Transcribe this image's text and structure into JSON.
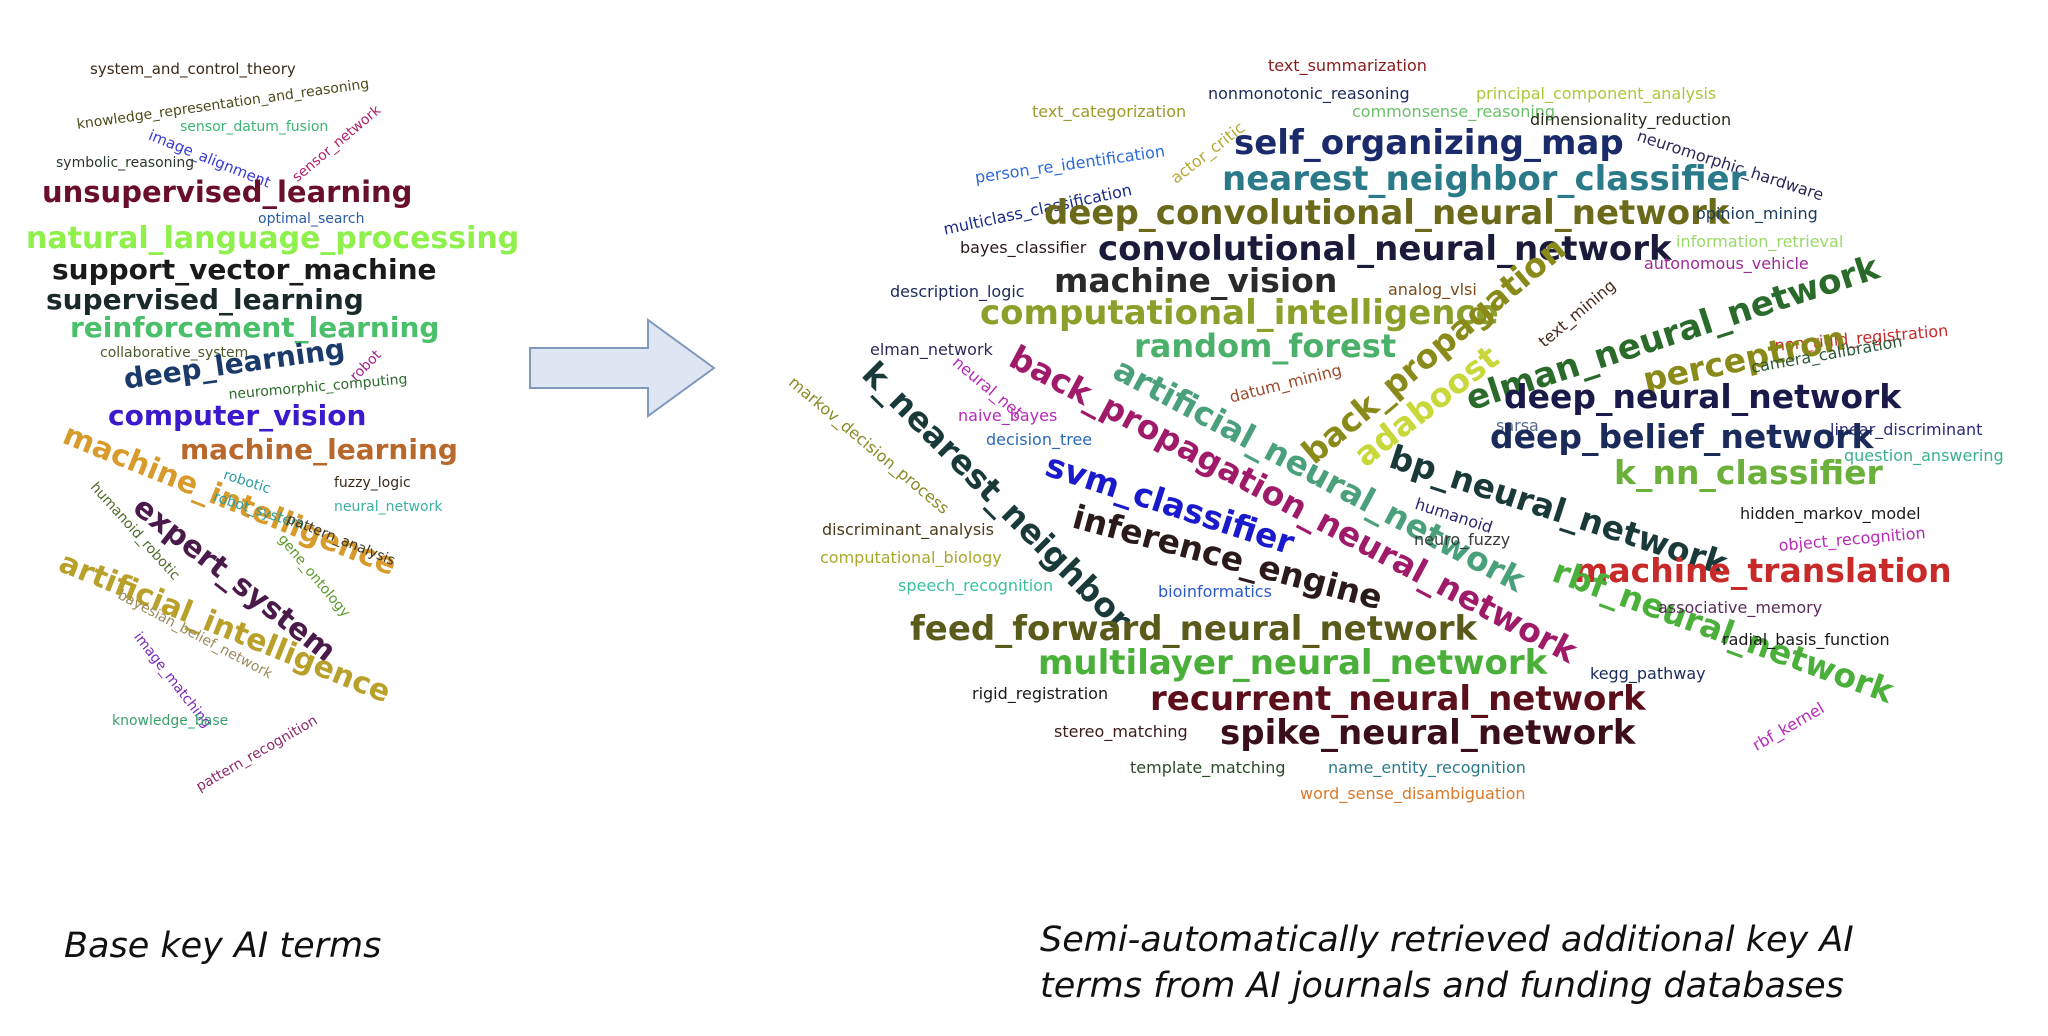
{
  "captions": {
    "left": "Base key AI terms",
    "right": "Semi-automatically retrieved additional key AI terms from AI journals and funding databases"
  },
  "left_cloud": [
    {
      "text": "system_and_control_theory",
      "color": "#3a2a1a"
    },
    {
      "text": "knowledge_representation_and_reasoning",
      "color": "#4a4a1a"
    },
    {
      "text": "sensor_datum_fusion",
      "color": "#3cb371"
    },
    {
      "text": "image_alignment",
      "color": "#3a3adc"
    },
    {
      "text": "sensor_network",
      "color": "#b0206a"
    },
    {
      "text": "symbolic_reasoning",
      "color": "#2a3a2a"
    },
    {
      "text": "unsupervised_learning",
      "color": "#6a0f2a"
    },
    {
      "text": "optimal_search",
      "color": "#2a5aa0"
    },
    {
      "text": "natural_language_processing",
      "color": "#8ef04a"
    },
    {
      "text": "support_vector_machine",
      "color": "#1a1a1a"
    },
    {
      "text": "supervised_learning",
      "color": "#1a2a2a"
    },
    {
      "text": "reinforcement_learning",
      "color": "#4ac06a"
    },
    {
      "text": "collaborative_system",
      "color": "#4a5a2a"
    },
    {
      "text": "robot",
      "color": "#a0208a"
    },
    {
      "text": "deep_learning",
      "color": "#1a3a6a"
    },
    {
      "text": "neuromorphic_computing",
      "color": "#2a6a2a"
    },
    {
      "text": "computer_vision",
      "color": "#3a1acc"
    },
    {
      "text": "machine_learning",
      "color": "#b8682a"
    },
    {
      "text": "machine_intelligence",
      "color": "#d89a2a"
    },
    {
      "text": "robotic",
      "color": "#2a9a9a"
    },
    {
      "text": "robot_system",
      "color": "#2a9a9a"
    },
    {
      "text": "fuzzy_logic",
      "color": "#3a2a1a"
    },
    {
      "text": "neural_network",
      "color": "#3ab0a0"
    },
    {
      "text": "humanoid_robotic",
      "color": "#4a6a2a"
    },
    {
      "text": "expert_system",
      "color": "#4a1a4a"
    },
    {
      "text": "pattern_analysis",
      "color": "#3a3a2a"
    },
    {
      "text": "gene_ontology",
      "color": "#5a9a2a"
    },
    {
      "text": "artificial_intelligence",
      "color": "#b8a02a"
    },
    {
      "text": "bayesian_belief_network",
      "color": "#9a8a5a"
    },
    {
      "text": "image_matching",
      "color": "#7a2ab8"
    },
    {
      "text": "knowledge_base",
      "color": "#3aa06a"
    },
    {
      "text": "pattern_recognition",
      "color": "#8a2a6a"
    }
  ],
  "right_cloud": [
    {
      "text": "text_summarization",
      "color": "#8a1a1a"
    },
    {
      "text": "nonmonotonic_reasoning",
      "color": "#1a2a5a"
    },
    {
      "text": "text_categorization",
      "color": "#9a9a2a"
    },
    {
      "text": "principal_component_analysis",
      "color": "#a8c83a"
    },
    {
      "text": "commonsense_reasoning",
      "color": "#6ac06a"
    },
    {
      "text": "dimensionality_reduction",
      "color": "#2a2a1a"
    },
    {
      "text": "person_re_identification",
      "color": "#2a6ad8"
    },
    {
      "text": "self_organizing_map",
      "color": "#1a2a6a"
    },
    {
      "text": "actor_critic",
      "color": "#b8a83a"
    },
    {
      "text": "neuromorphic_hardware",
      "color": "#2a2a5a"
    },
    {
      "text": "multiclass_classification",
      "color": "#1a2a8a"
    },
    {
      "text": "nearest_neighbor_classifier",
      "color": "#2a7a8a"
    },
    {
      "text": "deep_convolutional_neural_network",
      "color": "#6a6a1a"
    },
    {
      "text": "opinion_mining",
      "color": "#1a3a5a"
    },
    {
      "text": "bayes_classifier",
      "color": "#2a1a1a"
    },
    {
      "text": "convolutional_neural_network",
      "color": "#1a1a3a"
    },
    {
      "text": "information_retrieval",
      "color": "#9ad86a"
    },
    {
      "text": "description_logic",
      "color": "#1a2a5a"
    },
    {
      "text": "machine_vision",
      "color": "#2a2a2a"
    },
    {
      "text": "analog_vlsi",
      "color": "#7a4a1a"
    },
    {
      "text": "autonomous_vehicle",
      "color": "#a02a9a"
    },
    {
      "text": "text_mining",
      "color": "#4a2a1a"
    },
    {
      "text": "computational_intelligence",
      "color": "#8aa02a"
    },
    {
      "text": "non_rigid_registration",
      "color": "#c82a2a"
    },
    {
      "text": "elman_neural_network",
      "color": "#2a6a2a"
    },
    {
      "text": "elman_network",
      "color": "#2a2a5a"
    },
    {
      "text": "random_forest",
      "color": "#4ab06a"
    },
    {
      "text": "back_propagation",
      "color": "#8a8a1a"
    },
    {
      "text": "perceptron",
      "color": "#8a8a1a"
    },
    {
      "text": "camera_calibration",
      "color": "#2a5a3a"
    },
    {
      "text": "markov_decision_process",
      "color": "#8a8a2a"
    },
    {
      "text": "neural_net",
      "color": "#b82ab8"
    },
    {
      "text": "back_propagation_neural_network",
      "color": "#a01a6a"
    },
    {
      "text": "artificial_neural_network",
      "color": "#4aa07a"
    },
    {
      "text": "datum_mining",
      "color": "#9a4a2a"
    },
    {
      "text": "adaboost",
      "color": "#c8d83a"
    },
    {
      "text": "deep_neural_network",
      "color": "#1a1a4a"
    },
    {
      "text": "naive_bayes",
      "color": "#b82ab8"
    },
    {
      "text": "sarsa",
      "color": "#5a6a8a"
    },
    {
      "text": "linear_discriminant",
      "color": "#2a2a7a"
    },
    {
      "text": "k_nearest_neighbor",
      "color": "#1a3a3a"
    },
    {
      "text": "decision_tree",
      "color": "#2a6ab8"
    },
    {
      "text": "deep_belief_network",
      "color": "#1a2a5a"
    },
    {
      "text": "question_answering",
      "color": "#3ab08a"
    },
    {
      "text": "svm_classifier",
      "color": "#1a1acc"
    },
    {
      "text": "bp_neural_network",
      "color": "#1a3a3a"
    },
    {
      "text": "k_nn_classifier",
      "color": "#6ab03a"
    },
    {
      "text": "humanoid",
      "color": "#2a2a6a"
    },
    {
      "text": "hidden_markov_model",
      "color": "#1a1a1a"
    },
    {
      "text": "discriminant_analysis",
      "color": "#4a3a1a"
    },
    {
      "text": "inference_engine",
      "color": "#2a1a1a"
    },
    {
      "text": "neuro_fuzzy",
      "color": "#3a3a3a"
    },
    {
      "text": "object_recognition",
      "color": "#b82ab8"
    },
    {
      "text": "computational_biology",
      "color": "#a8a82a"
    },
    {
      "text": "machine_translation",
      "color": "#c82a2a"
    },
    {
      "text": "speech_recognition",
      "color": "#3ac0a0"
    },
    {
      "text": "rbf_neural_network",
      "color": "#4ab03a"
    },
    {
      "text": "bioinformatics",
      "color": "#2a5ac8"
    },
    {
      "text": "associative_memory",
      "color": "#5a2a5a"
    },
    {
      "text": "feed_forward_neural_network",
      "color": "#5a5a1a"
    },
    {
      "text": "radial_basis_function",
      "color": "#1a1a1a"
    },
    {
      "text": "multilayer_neural_network",
      "color": "#4ab03a"
    },
    {
      "text": "kegg_pathway",
      "color": "#1a2a5a"
    },
    {
      "text": "rigid_registration",
      "color": "#1a1a1a"
    },
    {
      "text": "recurrent_neural_network",
      "color": "#5a0f1a"
    },
    {
      "text": "stereo_matching",
      "color": "#3a1a1a"
    },
    {
      "text": "spike_neural_network",
      "color": "#3a0f1a"
    },
    {
      "text": "rbf_kernel",
      "color": "#b82ab8"
    },
    {
      "text": "template_matching",
      "color": "#2a4a2a"
    },
    {
      "text": "name_entity_recognition",
      "color": "#2a7a8a"
    },
    {
      "text": "word_sense_disambiguation",
      "color": "#d87a2a"
    }
  ]
}
